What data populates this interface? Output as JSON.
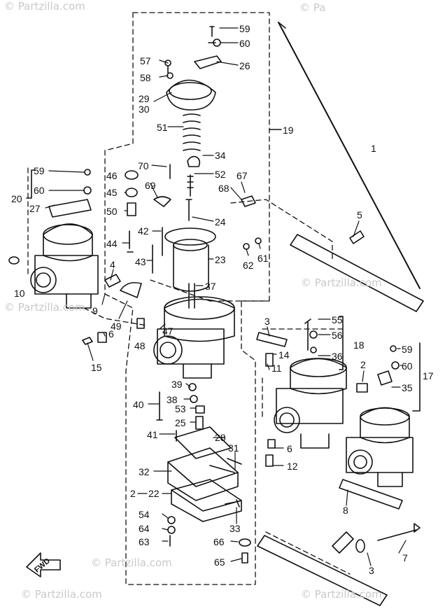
{
  "diagram": {
    "labels": {
      "l59a": "59",
      "l60a": "60",
      "l57": "57",
      "l58": "58",
      "l26": "26",
      "l29": "29",
      "l30": "30",
      "l51": "51",
      "l19": "19",
      "l1": "1",
      "l34": "34",
      "l70": "70",
      "l46": "46",
      "l52": "52",
      "l67": "67",
      "l59b": "59",
      "l69": "69",
      "l68": "68",
      "l60b": "60",
      "l45": "45",
      "l20": "20",
      "l27": "27",
      "l50": "50",
      "l5": "5",
      "l24": "24",
      "l42": "42",
      "l44": "44",
      "l23": "23",
      "l62": "62",
      "l61": "61",
      "l43": "43",
      "l4": "4",
      "l10": "10",
      "l37": "37",
      "l9": "9",
      "l49": "49",
      "l47": "47",
      "l3a": "3",
      "l48": "48",
      "l55": "55",
      "l56": "56",
      "l6a": "6",
      "l18": "18",
      "l14": "14",
      "l36": "36",
      "l15": "15",
      "l11": "11",
      "l59c": "59",
      "l2a": "2",
      "l60c": "60",
      "l17": "17",
      "l35": "35",
      "l39": "39",
      "l38": "38",
      "l40": "40",
      "l53": "53",
      "l25": "25",
      "l6b": "6",
      "l41": "41",
      "l28": "28",
      "l12": "12",
      "l31": "31",
      "l32": "32",
      "l2b": "2",
      "l22": "22",
      "l8": "8",
      "l54": "54",
      "l64": "64",
      "l33": "33",
      "l63": "63",
      "l66": "66",
      "l65": "65",
      "l7": "7",
      "l3b": "3"
    },
    "fwd": "FWD",
    "watermarks": {
      "w1": "© Partzilla.com",
      "w2": "© Pa",
      "w3": "© Partzilla.com",
      "w4": "© Partzilla.com",
      "w5": "© Partzilla.com",
      "w6": "© Partzilla.com",
      "w7": "© Partzilla.com"
    }
  }
}
